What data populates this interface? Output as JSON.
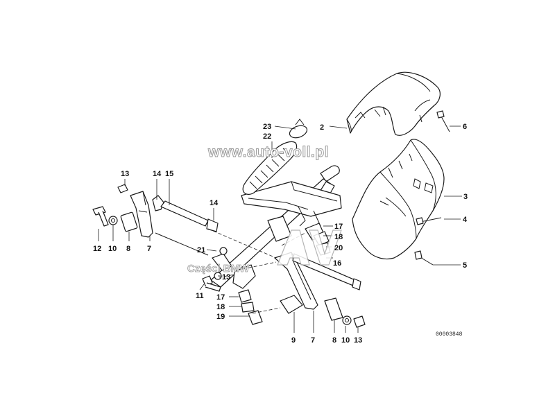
{
  "diagram": {
    "parts": [
      {
        "id": "p2",
        "label": "2"
      },
      {
        "id": "p3",
        "label": "3"
      },
      {
        "id": "p4",
        "label": "4"
      },
      {
        "id": "p5",
        "label": "5"
      },
      {
        "id": "p6",
        "label": "6"
      },
      {
        "id": "p7a",
        "label": "7"
      },
      {
        "id": "p7b",
        "label": "7"
      },
      {
        "id": "p8a",
        "label": "8"
      },
      {
        "id": "p8b",
        "label": "8"
      },
      {
        "id": "p9",
        "label": "9"
      },
      {
        "id": "p10a",
        "label": "10"
      },
      {
        "id": "p10b",
        "label": "10"
      },
      {
        "id": "p11",
        "label": "11"
      },
      {
        "id": "p12",
        "label": "12"
      },
      {
        "id": "p13a",
        "label": "13"
      },
      {
        "id": "p13b",
        "label": "13"
      },
      {
        "id": "p13c",
        "label": "13"
      },
      {
        "id": "p14a",
        "label": "14"
      },
      {
        "id": "p14b",
        "label": "14"
      },
      {
        "id": "p15",
        "label": "15"
      },
      {
        "id": "p16",
        "label": "16"
      },
      {
        "id": "p17a",
        "label": "17"
      },
      {
        "id": "p17b",
        "label": "17"
      },
      {
        "id": "p18a",
        "label": "18"
      },
      {
        "id": "p18b",
        "label": "18"
      },
      {
        "id": "p19",
        "label": "19"
      },
      {
        "id": "p20",
        "label": "20"
      },
      {
        "id": "p21",
        "label": "21"
      },
      {
        "id": "p22",
        "label": "22"
      },
      {
        "id": "p23",
        "label": "23"
      }
    ],
    "drawing_code": "00003848"
  },
  "watermark": {
    "url": "www.auto-voll.pl",
    "caption": "Części BMW"
  }
}
